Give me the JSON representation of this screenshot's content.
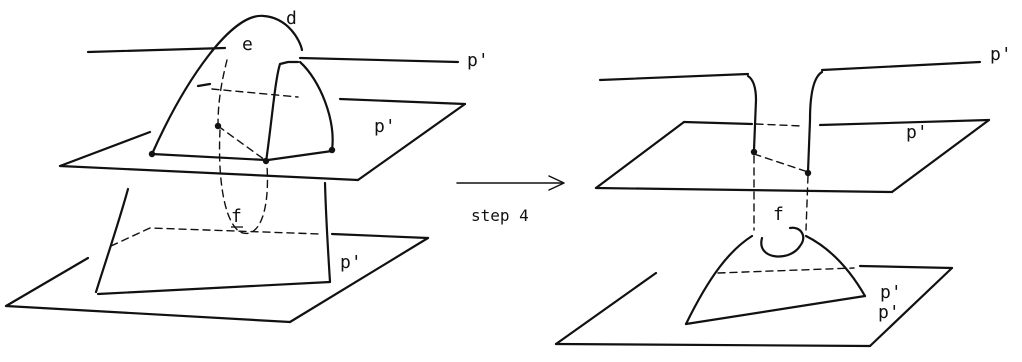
{
  "left_panel": {
    "labels": {
      "d": "d",
      "e": "e",
      "p_top": "p'",
      "p_mid": "p'",
      "p_bottom": "p'",
      "f": "f"
    }
  },
  "arrow": {
    "label": "step 4"
  },
  "right_panel": {
    "labels": {
      "p_top": "p'",
      "p_mid": "p'",
      "f": "f",
      "p_bottom_1": "p'",
      "p_bottom_2": "p'"
    }
  }
}
